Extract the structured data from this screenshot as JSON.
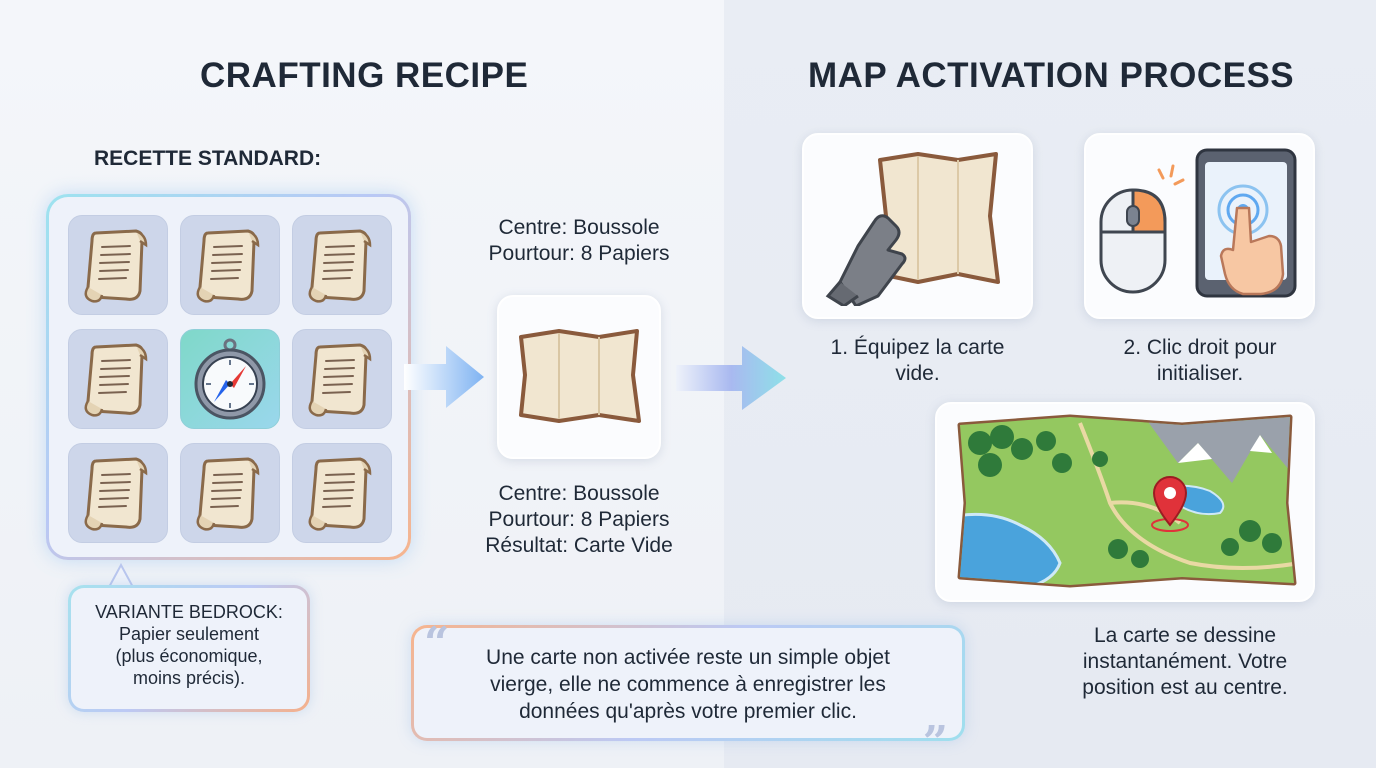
{
  "titles": {
    "left": "CRAFTING RECIPE",
    "right": "MAP ACTIVATION PROCESS"
  },
  "recipe": {
    "subtitle": "RECETTE STANDARD:",
    "grid": [
      "paper-icon",
      "paper-icon",
      "paper-icon",
      "paper-icon",
      "compass-icon",
      "paper-icon",
      "paper-icon",
      "paper-icon",
      "paper-icon"
    ],
    "top_text": [
      "Centre: Boussole",
      "Pourtour: 8 Papiers"
    ],
    "bottom_text": [
      "Centre: Boussole",
      "Pourtour: 8 Papiers",
      "Résultat: Carte Vide"
    ]
  },
  "bedrock": {
    "lines": [
      "VARIANTE BEDROCK:",
      "Papier seulement",
      "(plus économique,",
      "moins précis)."
    ]
  },
  "steps": [
    {
      "lines": [
        "1. Équipez la carte",
        "vide."
      ],
      "icon": "hand-holding-map-icon"
    },
    {
      "lines": [
        "2. Clic droit pour",
        "initialiser."
      ],
      "icon": "mouse-and-tablet-tap-icon"
    }
  ],
  "map_caption": [
    "La carte se dessine",
    "instantanément. Votre",
    "position est au centre."
  ],
  "quote": [
    "Une carte non activée reste un simple objet",
    "vierge, elle ne commence à enregistrer les",
    "données qu'après votre premier clic."
  ],
  "colors": {
    "paper": "#f1e6d0",
    "map_border": "#8a5a3c",
    "accent_blue": "#5fa8f0",
    "accent_orange": "#f5a46b",
    "pin_red": "#e0323a"
  }
}
